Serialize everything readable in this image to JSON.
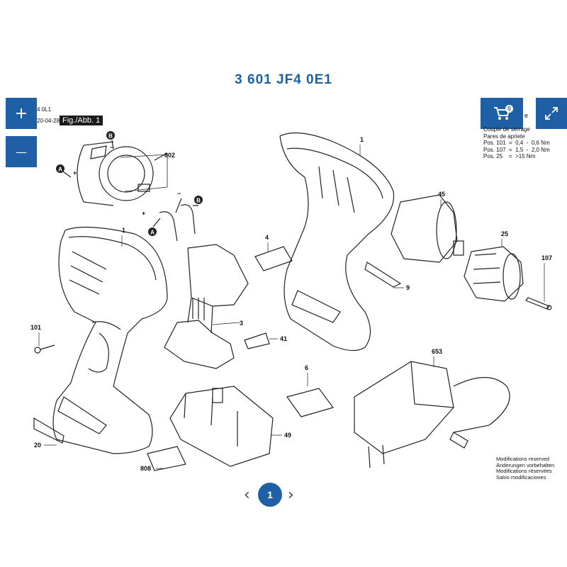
{
  "colors": {
    "accent": "#1e5fa6",
    "ink": "#222222"
  },
  "header": {
    "title": "3 601 JF4 0E1"
  },
  "controls": {
    "zoom_in_label": "+",
    "zoom_out_label": "—",
    "cart_badge": "0",
    "cart_icon": "cart-icon",
    "expand_icon": "expand-icon"
  },
  "diagram_meta": {
    "model_fragment": "4 0L1",
    "date_fragment": "20-04-28",
    "fig_label": "Fig./Abb. 1",
    "tail_letter": "e"
  },
  "torque_notes": {
    "heading1": "Couple de serrage",
    "heading2": "Pares de apriete",
    "lines": [
      "Pos. 101  =  0,4  -  0,6 Nm",
      "Pos. 107  =  1,5  -  2,0 Nm",
      "Pos. 25    =  >15 Nm"
    ]
  },
  "callouts": {
    "p802": "802",
    "p1_left": "1",
    "p1_right": "1",
    "p3": "3",
    "p4": "4",
    "p6": "6",
    "p9": "9",
    "p20": "20",
    "p25": "25",
    "p41": "41",
    "p45": "45",
    "p49": "49",
    "p101": "101",
    "p107": "107",
    "p653": "653",
    "p808": "808",
    "a1": "A",
    "a2": "A",
    "b1": "B",
    "b2": "B",
    "plus1": "+",
    "plus2": "+",
    "minus1": "−",
    "minus2": "−"
  },
  "modifications": [
    "Modifications reserved",
    "Änderungen vorbehalten",
    "Modifications réservées",
    "Salvo modificaciones"
  ],
  "pager": {
    "current_page": "1",
    "prev_icon": "chevron-left-icon",
    "next_icon": "chevron-right-icon"
  }
}
